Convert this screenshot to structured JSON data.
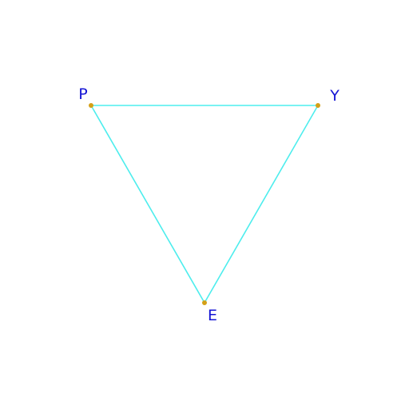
{
  "diagram": {
    "type": "triangle",
    "colors": {
      "edge": "#4deded",
      "vertex": "#d4a017",
      "label": "#1414d4",
      "background": "#ffffff"
    },
    "vertices": [
      {
        "id": "P",
        "label": "P"
      },
      {
        "id": "Y",
        "label": "Y"
      },
      {
        "id": "E",
        "label": "E"
      }
    ],
    "edges": [
      {
        "from": "P",
        "to": "Y"
      },
      {
        "from": "Y",
        "to": "E"
      },
      {
        "from": "E",
        "to": "P"
      }
    ]
  }
}
